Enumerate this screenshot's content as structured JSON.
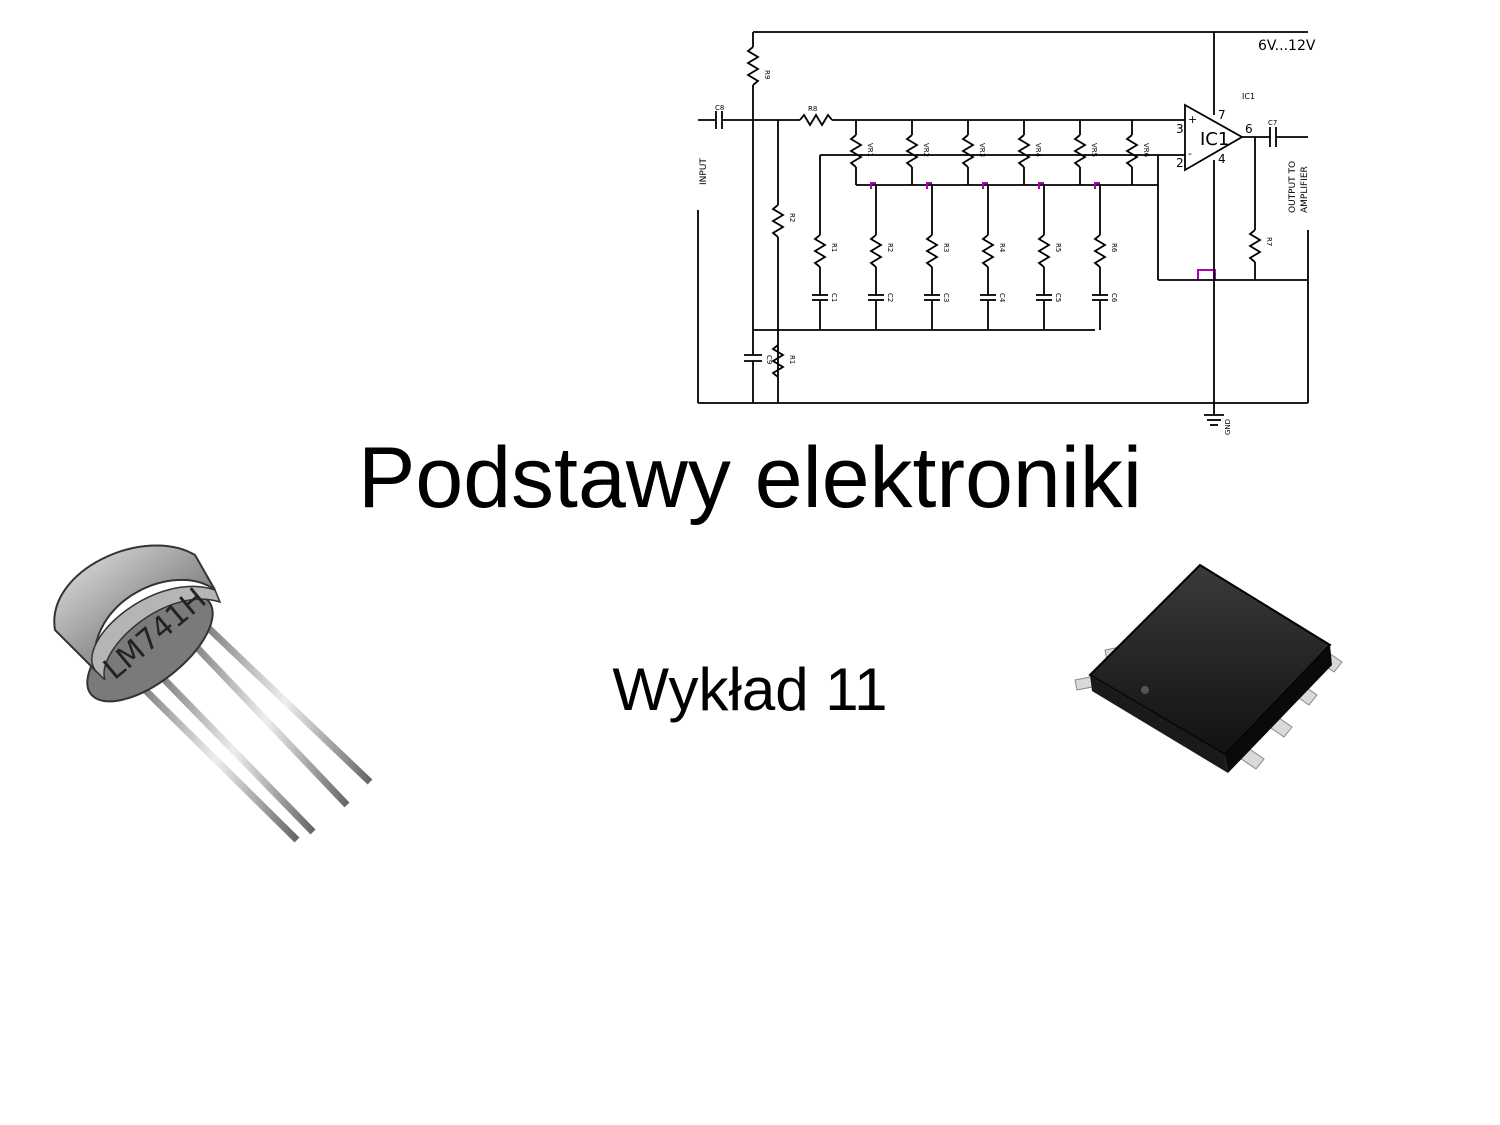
{
  "slide": {
    "title": "Podstawy elektroniki",
    "subtitle": "Wykład 11"
  },
  "circuit": {
    "supply_label": "6V...12V",
    "ic_label": "IC1",
    "ic_name_small": "IC1",
    "pin_3": "3",
    "pin_2": "2",
    "pin_7": "7",
    "pin_6": "6",
    "pin_4": "4",
    "input_label": "INPUT",
    "output_label": "OUTPUT TO",
    "output_label2": "AMPLIFIER",
    "gnd_label": "GND",
    "plus_sign": "+",
    "minus_sign": "-",
    "cap_c8": "C8",
    "cap_c7": "C7",
    "cap_c9": "C9",
    "res_top": "R9",
    "res_series": "R8",
    "res_left": "R2",
    "res_bottom": "R1",
    "res_feedback": "R7",
    "pots": [
      "VR1",
      "VR2",
      "VR3",
      "VR4",
      "VR5",
      "VR6"
    ],
    "band_res": [
      "R1",
      "R2",
      "R3",
      "R4",
      "R5",
      "R6"
    ],
    "band_caps": [
      "C1",
      "C2",
      "C3",
      "C4",
      "C5",
      "C6"
    ]
  },
  "chip_lm741": {
    "marking": "LM741H"
  },
  "colors": {
    "text": "#000000",
    "wire": "#000000",
    "accent_wire": "#b000b0",
    "background": "#ffffff"
  }
}
